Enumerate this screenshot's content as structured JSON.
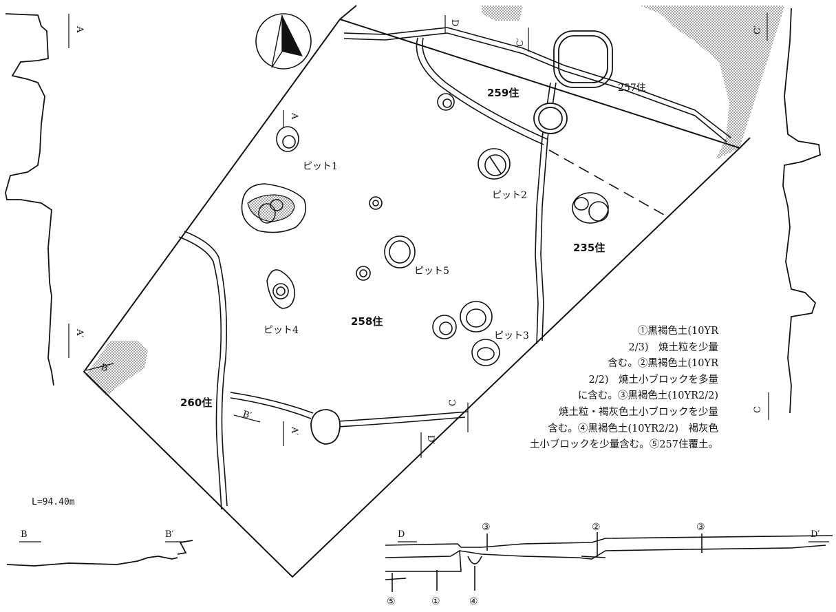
{
  "features": {
    "house_258": "258住",
    "house_259": "259住",
    "house_257": "257住",
    "house_235": "235住",
    "house_260": "260住"
  },
  "pits": {
    "pit1": "ピット1",
    "pit2": "ピット2",
    "pit3": "ピット3",
    "pit4": "ピット4",
    "pit5": "ピット5"
  },
  "sections": {
    "A": "A",
    "A_prime": "A′",
    "B": "B",
    "B_prime": "B′",
    "C": "C",
    "C_prime": "C′",
    "D": "D",
    "D_prime": "D′"
  },
  "level": "L=94.40m",
  "legend_lines": [
    "①黒褐色土(10YR",
    "2/3)　焼土粒を少量",
    "含む。②黒褐色土(10YR",
    "2/2)　焼土小ブロックを多量",
    "に含む。③黒褐色土(10YR2/2)",
    "焼土粒・褐灰色土小ブロックを少量",
    "含む。④黒褐色土(10YR2/2)　褐灰色",
    "土小ブロックを少量含む。⑤257住覆土。"
  ],
  "layers": [
    "①",
    "②",
    "③",
    "④",
    "⑤"
  ]
}
